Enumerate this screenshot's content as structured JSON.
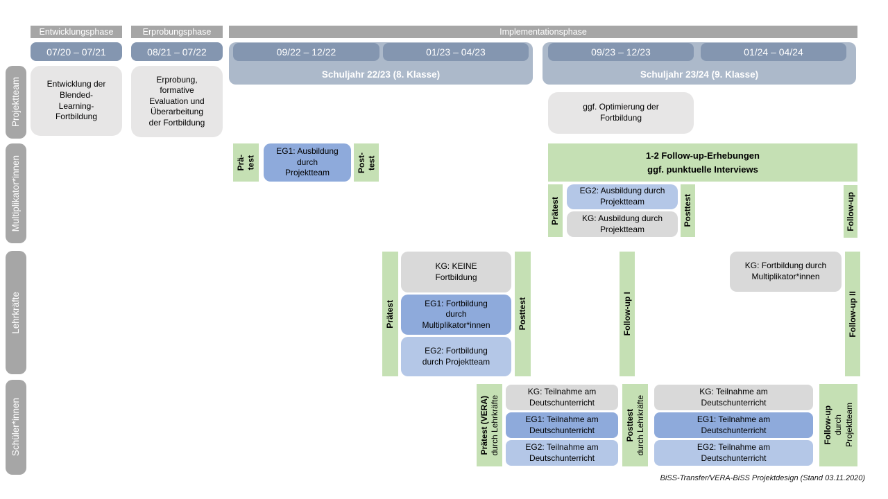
{
  "colors": {
    "phase_header_gray": "#a6a6a6",
    "date_bar_blue": "#8496b0",
    "schuljahr_band_blue": "#acb9ca",
    "projektteam_box_gray": "#e7e6e6",
    "kg_box_gray": "#d9d9d9",
    "eg1_box_blue": "#8eaadb",
    "eg2_box_blue": "#b4c7e7",
    "test_green": "#c5e0b4"
  },
  "phases": {
    "p1": "Entwicklungsphase",
    "p2": "Erprobungsphase",
    "p3": "Implementationsphase"
  },
  "dates": {
    "d1": "07/20 – 07/21",
    "d2": "08/21 – 07/22",
    "d3": "09/22 – 12/22",
    "d4": "01/23 – 04/23",
    "d5": "09/23 – 12/23",
    "d6": "01/24 – 04/24"
  },
  "schuljahre": {
    "s1": "Schuljahr 22/23 (8. Klasse)",
    "s2": "Schuljahr 23/24 (9. Klasse)"
  },
  "row_labels": {
    "projektteam": "Projektteam",
    "multiplikatoren": "Multiplikator*innen",
    "lehrkraefte": "Lehrkräfte",
    "schueler": "Schüler*innen"
  },
  "projektteam": {
    "entwicklung": "Entwicklung der\nBlended-\nLearning-\nFortbildung",
    "erprobung": "Erprobung,\nformative\nEvaluation und\nÜberarbeitung\nder Fortbildung",
    "optimierung": "ggf. Optimierung der\nFortbildung"
  },
  "multiplikatoren": {
    "praetest_1": "Prä-\ntest",
    "eg1": "EG1: Ausbildung\ndurch\nProjektteam",
    "posttest_1": "Post-\ntest",
    "followup_header": "1-2 Follow-up-Erhebungen\nggf. punktuelle Interviews",
    "praetest_2": "Prätest",
    "eg2": "EG2: Ausbildung durch\nProjektteam",
    "kg": "KG: Ausbildung durch\nProjektteam",
    "posttest_2": "Posttest",
    "followup": "Follow-up"
  },
  "lehrkraefte": {
    "praetest": "Prätest",
    "kg": "KG: KEINE\nFortbildung",
    "eg1": "EG1: Fortbildung\ndurch\nMultiplikator*innen",
    "eg2": "EG2: Fortbildung\ndurch Projektteam",
    "posttest": "Posttest",
    "followup1": "Follow-up I",
    "kg2": "KG: Fortbildung durch\nMultiplikator*innen",
    "followup2": "Follow-up II"
  },
  "schueler": {
    "praetest_label": "Prätest (VERA)",
    "praetest_sub": "durch Lehrkräfte",
    "kg1": "KG: Teilnahme am\nDeutschunterricht",
    "eg1a": "EG1: Teilnahme am\nDeutschunterricht",
    "eg2a": "EG2: Teilnahme am\nDeutschunterricht",
    "posttest_label": "Posttest",
    "posttest_sub": "durch Lehrkräfte",
    "kg2": "KG: Teilnahme am\nDeutschunterricht",
    "eg1b": "EG1: Teilnahme am\nDeutschunterricht",
    "eg2b": "EG2: Teilnahme am\nDeutschunterricht",
    "followup_label": "Follow-up",
    "followup_sub1": "durch",
    "followup_sub2": "Projektteam"
  },
  "footer": "BiSS-Transfer/VERA-BiSS Projektdesign (Stand 03.11.2020)"
}
